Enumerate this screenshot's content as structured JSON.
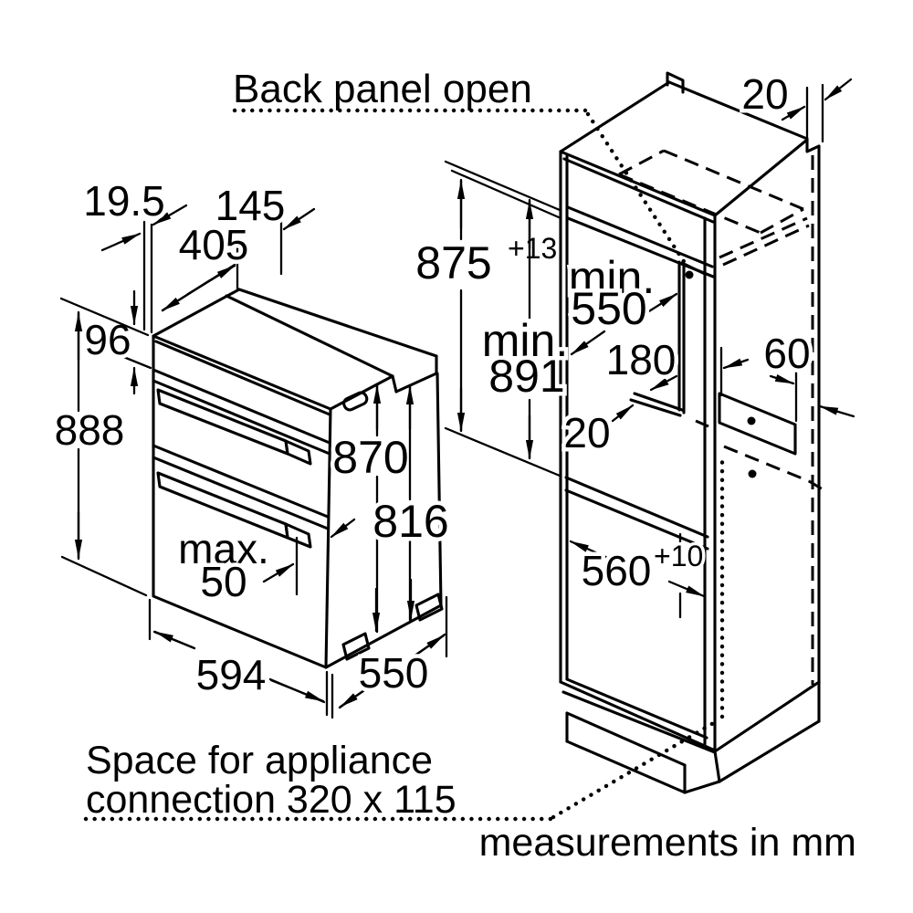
{
  "diagram": {
    "annotations": {
      "back_panel_open": "Back panel open",
      "space_note_line1": "Space for appliance",
      "space_note_line2": "connection 320 x 115",
      "units_note": "measurements in mm"
    },
    "oven": {
      "dim_overall_height": "888",
      "dim_panel_height": "96",
      "dim_front_thickness": "19.5",
      "dim_top_front_depth": "405",
      "dim_top_rear_depth": "145",
      "dim_body_height": "870",
      "dim_rear_height": "816",
      "dim_handle_label": "max.",
      "dim_handle_value": "50",
      "dim_width": "594",
      "dim_depth": "550"
    },
    "cabinet": {
      "dim_back_gap": "20",
      "dim_niche_height": "875",
      "dim_niche_height_tol": "+13",
      "dim_min_height_label": "min.",
      "dim_min_height_value": "891",
      "dim_min_depth_label": "min.",
      "dim_min_depth_value": "550",
      "dim_rail": "180",
      "dim_shelf_gap": "20",
      "dim_connection_width": "60",
      "dim_niche_width": "560",
      "dim_niche_width_tol": "+10"
    }
  }
}
